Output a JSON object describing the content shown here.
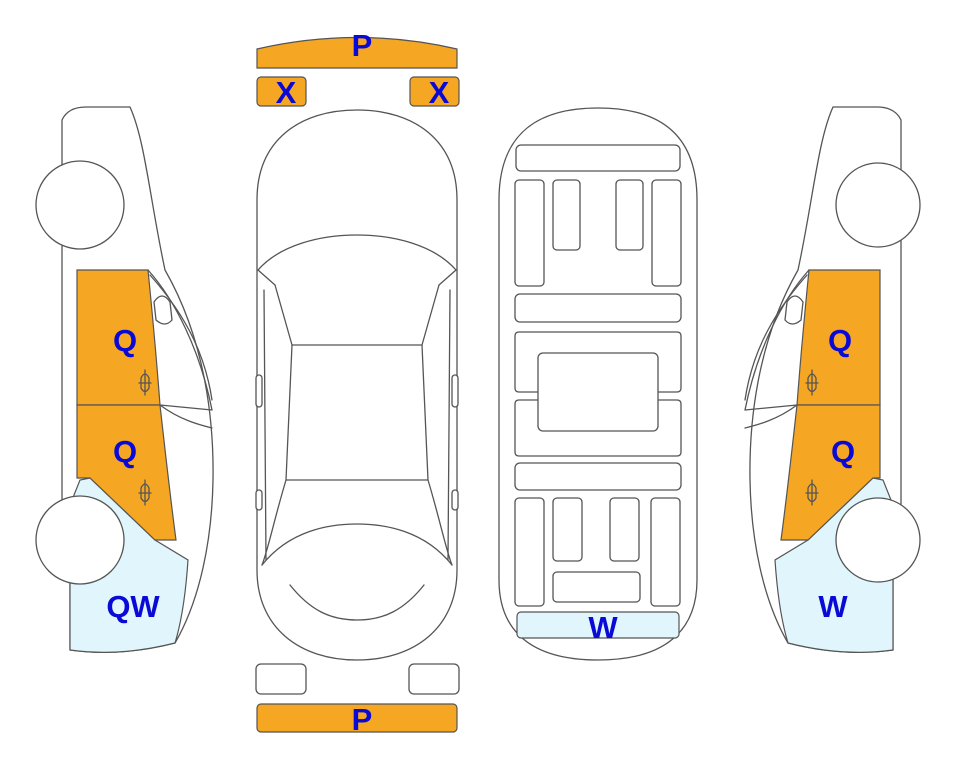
{
  "colors": {
    "damage": "#F5A623",
    "light": "#E0F5FC",
    "label": "#0A0AD6",
    "outline": "#555555"
  },
  "legend_codes": {
    "front_bumper": "P",
    "left_front_light": "X",
    "right_front_light": "X",
    "rear_bumper": "P",
    "left_front_door": "Q",
    "left_rear_door": "Q",
    "left_rear_quarter": "QW",
    "right_front_door": "Q",
    "right_rear_door": "Q",
    "right_rear_quarter": "W",
    "trunk_floor": "W"
  }
}
